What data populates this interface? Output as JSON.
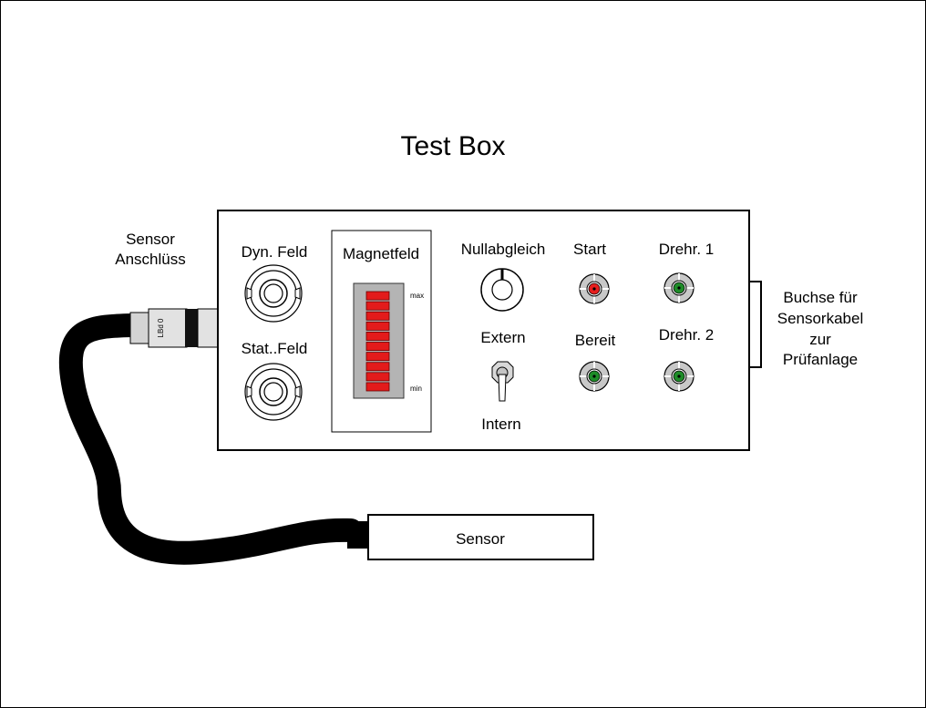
{
  "title": "Test Box",
  "sensor_connections_label_line1": "Sensor",
  "sensor_connections_label_line2": "Anschlüss",
  "plug_marking": "LBd 0",
  "box": {
    "dyn_field_label": "Dyn. Feld",
    "stat_field_label": "Stat..Feld",
    "magnetic_field_label": "Magnetfeld",
    "meter_max_label": "max",
    "meter_min_label": "min",
    "meter_segments": 10,
    "zero_adjust_label": "Nullabgleich",
    "extern_label": "Extern",
    "intern_label": "Intern",
    "start_label": "Start",
    "ready_label": "Bereit",
    "rot1_label": "Drehr. 1",
    "rot2_label": "Drehr. 2"
  },
  "socket_label_line1": "Buchse für",
  "socket_label_line2": "Sensorkabel",
  "socket_label_line3": "zur",
  "socket_label_line4": "Prüfanlage",
  "sensor_label": "Sensor",
  "colors": {
    "led_red": "#e61e1e",
    "led_green": "#1e8c28",
    "meter_segment": "#e31b1b",
    "meter_panel": "#b4b4b4",
    "cable": "#000000"
  }
}
